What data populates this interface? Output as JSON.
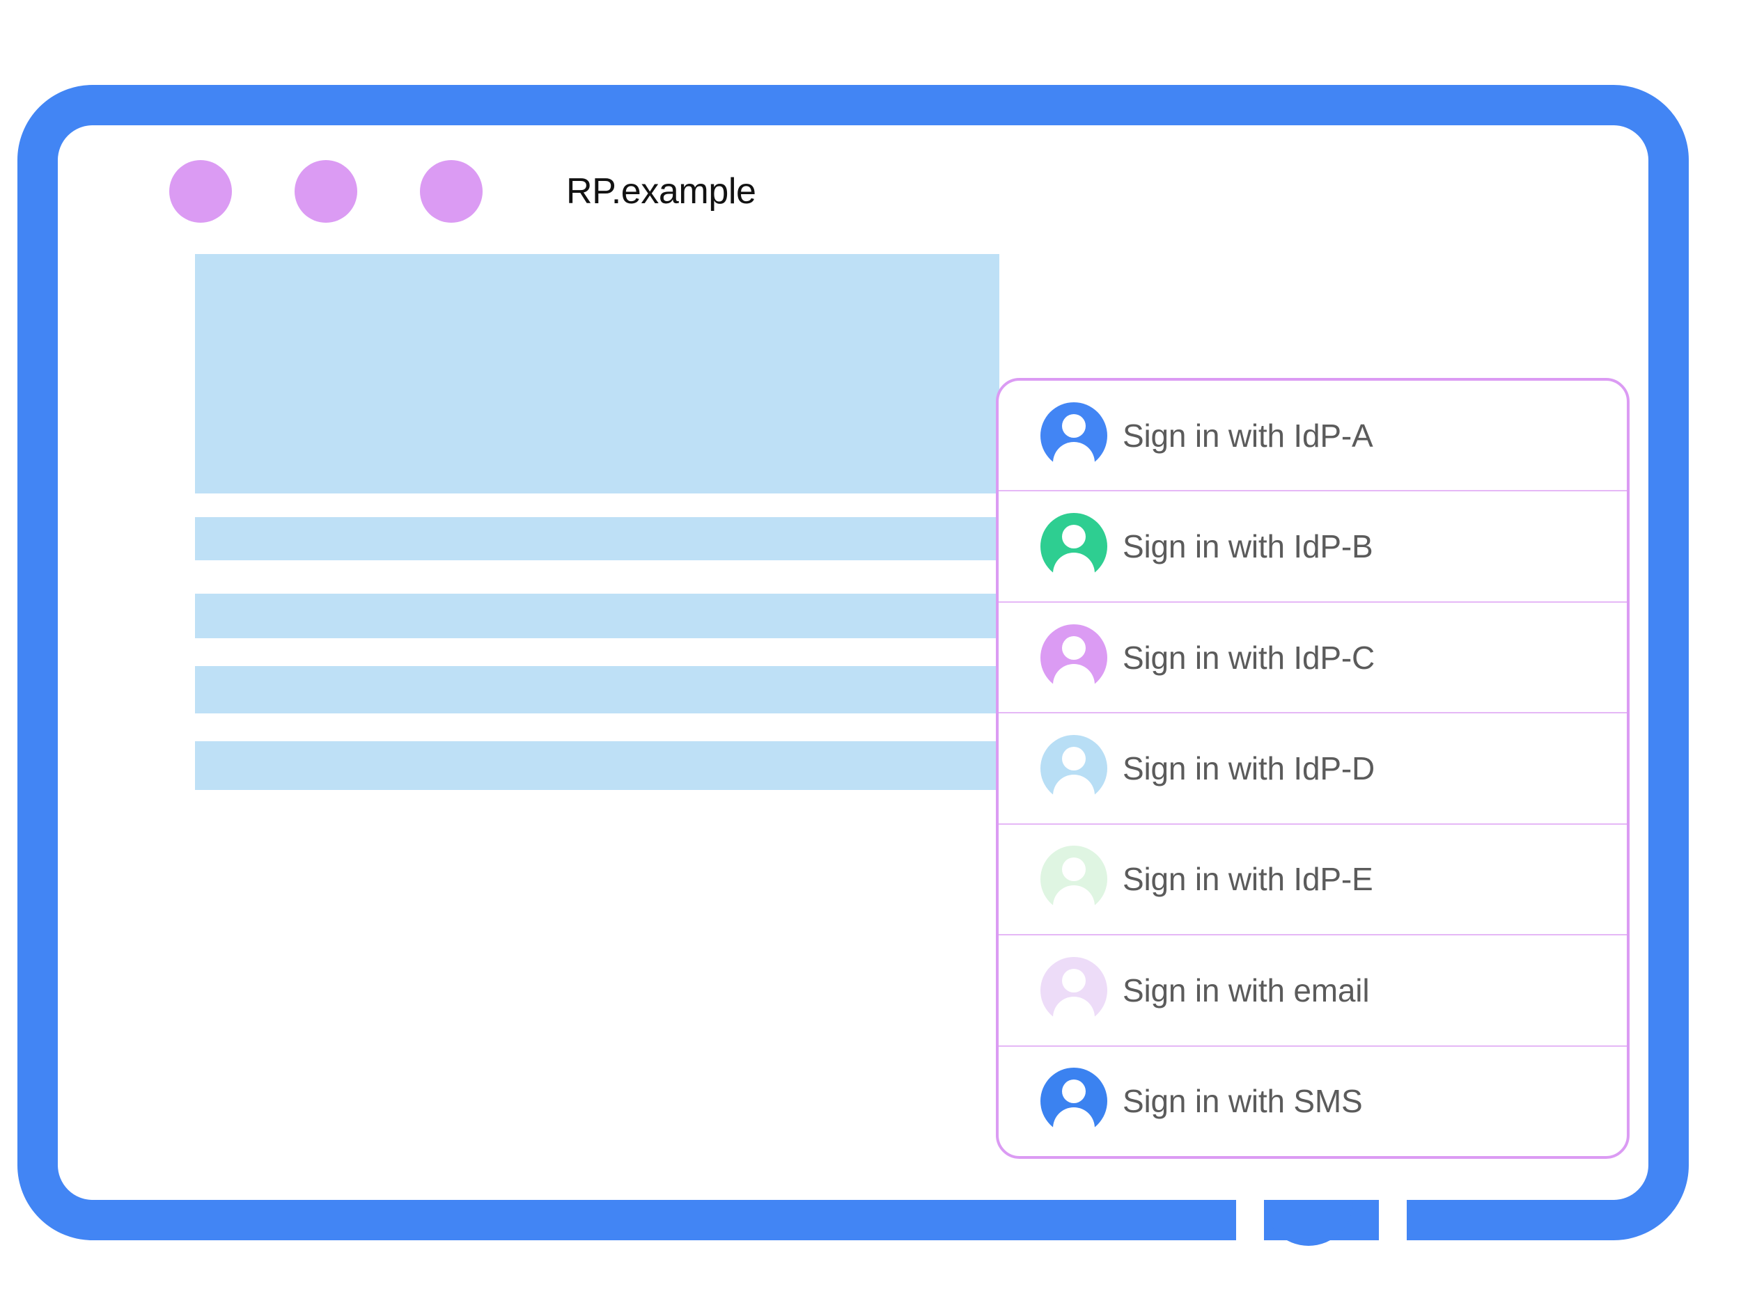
{
  "colors": {
    "frame_blue": "#4285F4",
    "dot_purple": "#DB9BF3",
    "panel_border": "#DB9BF3",
    "divider": "#E5B7F6",
    "placeholder_blue": "#BEE0F6",
    "label_color": "#5B5B5B",
    "title_color": "#121212"
  },
  "titlebar": {
    "title": "RP.example",
    "dots": [
      {
        "name": "window-dot-close",
        "color": "#DB9BF3"
      },
      {
        "name": "window-dot-minimize",
        "color": "#DB9BF3"
      },
      {
        "name": "window-dot-maximize",
        "color": "#DB9BF3"
      }
    ]
  },
  "content": {
    "placeholders": [
      {
        "name": "placeholder-hero",
        "kind": "image-block"
      },
      {
        "name": "placeholder-bar-1",
        "kind": "text-line"
      },
      {
        "name": "placeholder-bar-2",
        "kind": "text-line"
      },
      {
        "name": "placeholder-bar-3",
        "kind": "text-line"
      },
      {
        "name": "placeholder-bar-4",
        "kind": "text-line"
      }
    ]
  },
  "signin_panel": {
    "options": [
      {
        "label": "Sign in with IdP-A",
        "icon": "account-avatar-icon",
        "avatar_color": "#4285F4"
      },
      {
        "label": "Sign in with IdP-B",
        "icon": "account-avatar-icon",
        "avatar_color": "#2ECE91"
      },
      {
        "label": "Sign in with IdP-C",
        "icon": "account-avatar-icon",
        "avatar_color": "#DB9BF3"
      },
      {
        "label": "Sign in with IdP-D",
        "icon": "account-avatar-icon",
        "avatar_color": "#B8DEF5"
      },
      {
        "label": "Sign in with IdP-E",
        "icon": "account-avatar-icon",
        "avatar_color": "#DFF5E2"
      },
      {
        "label": "Sign in with email",
        "icon": "account-avatar-icon",
        "avatar_color": "#EDDCF8"
      },
      {
        "label": "Sign in with SMS",
        "icon": "account-avatar-icon",
        "avatar_color": "#3B82F0"
      }
    ]
  },
  "device": {
    "home_button": "home-button"
  }
}
